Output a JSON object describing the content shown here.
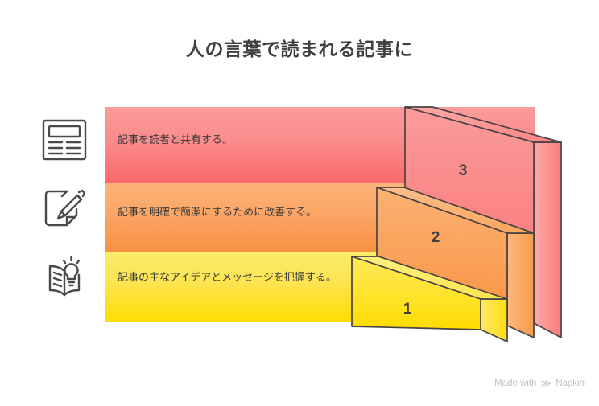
{
  "page": {
    "title": "人の言葉で読まれる記事に",
    "background": "#ffffff",
    "title_color": "#3f3f41"
  },
  "steps": [
    {
      "number": "3",
      "label": "記事を読者と共有する。",
      "icon": "document-icon",
      "band_color": "#f96a6a",
      "band_color_light": "#fa9c9c"
    },
    {
      "number": "2",
      "label": "記事を明確で簡潔にするために改善する。",
      "icon": "pencil-page-icon",
      "band_color": "#f8923f",
      "band_color_light": "#fcb477"
    },
    {
      "number": "1",
      "label": "記事の主なアイデアとメッセージを把握する。",
      "icon": "book-lightbulb-icon",
      "band_color": "#ffdd00",
      "band_color_light": "#fbec6e"
    }
  ],
  "chart_data": {
    "type": "bar",
    "title": "人の言葉で読まれる記事に",
    "categories": [
      "1",
      "2",
      "3"
    ],
    "values": [
      1,
      2,
      3
    ],
    "labels": [
      "記事の主なアイデアとメッセージを把握する。",
      "記事を明確で簡潔にするために改善する。",
      "記事を読者と共有する。"
    ],
    "colors": [
      "#ffdd00",
      "#f8923f",
      "#f96a6a"
    ],
    "xlabel": "",
    "ylabel": "",
    "legend": "none",
    "grid": false
  },
  "footer": {
    "made_with": "Made with",
    "brand": "Napkin",
    "mark": "≫"
  }
}
